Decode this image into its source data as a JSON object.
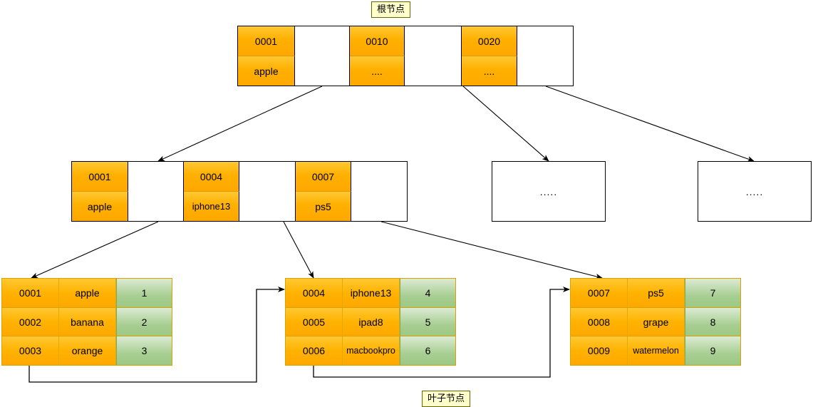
{
  "labels": {
    "root_tag": "根节点",
    "leaf_tag": "叶子节点",
    "ellipsis": "....",
    "ellipsis_long": "....."
  },
  "colors": {
    "key_orange": "#ffb000",
    "value_green": "#a8ce92",
    "tag_yellow": "#ffffcc",
    "border_black": "#000000",
    "leaf_border": "#d6a300"
  },
  "root": {
    "name": "root-node",
    "entries": [
      {
        "key": "0001",
        "value": "apple"
      },
      {
        "key": "0010",
        "value": "...."
      },
      {
        "key": "0020",
        "value": "...."
      }
    ]
  },
  "internal": {
    "name": "internal-node-left",
    "entries": [
      {
        "key": "0001",
        "value": "apple"
      },
      {
        "key": "0004",
        "value": "iphone13"
      },
      {
        "key": "0007",
        "value": "ps5"
      }
    ]
  },
  "placeholders": [
    {
      "name": "internal-node-placeholder-1",
      "text": "....."
    },
    {
      "name": "internal-node-placeholder-2",
      "text": "....."
    }
  ],
  "leaves": [
    {
      "name": "leaf-node-1",
      "rows": [
        {
          "id": "0001",
          "key": "apple",
          "value": "1"
        },
        {
          "id": "0002",
          "key": "banana",
          "value": "2"
        },
        {
          "id": "0003",
          "key": "orange",
          "value": "3"
        }
      ]
    },
    {
      "name": "leaf-node-2",
      "rows": [
        {
          "id": "0004",
          "key": "iphone13",
          "value": "4"
        },
        {
          "id": "0005",
          "key": "ipad8",
          "value": "5"
        },
        {
          "id": "0006",
          "key": "macbookpro",
          "value": "6"
        }
      ]
    },
    {
      "name": "leaf-node-3",
      "rows": [
        {
          "id": "0007",
          "key": "ps5",
          "value": "7"
        },
        {
          "id": "0008",
          "key": "grape",
          "value": "8"
        },
        {
          "id": "0009",
          "key": "watermelon",
          "value": "9"
        }
      ]
    }
  ]
}
